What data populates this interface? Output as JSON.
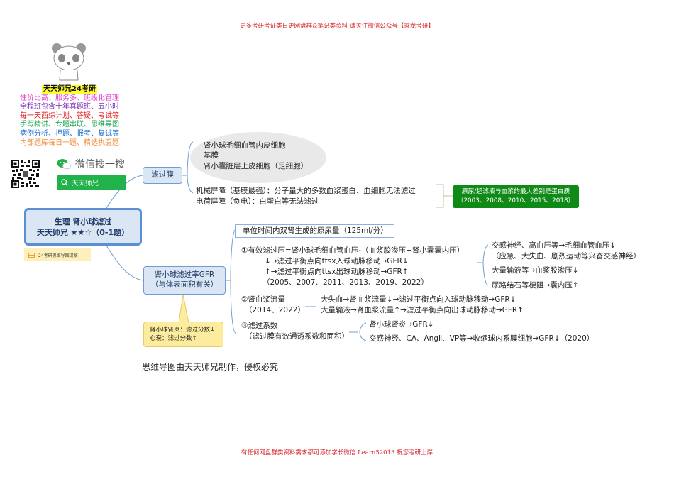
{
  "banners": {
    "top": "更多考研考证类日更网盘群&笔记类资料 请关注微信公众号【乘龙考研】",
    "bottom": "有任何网盘群类资料需求都可添加学长微信 Learn52013   祝您考研上岸"
  },
  "promo": {
    "title": "天天师兄24考研",
    "lines": [
      {
        "text": "性价比高、服务多、班级化管理",
        "color": "#e23ccf"
      },
      {
        "text": "全程班包含十年真题班、五小时",
        "color": "#7b2fb7"
      },
      {
        "text": "每一天西综计划、答疑、考试等",
        "color": "#e01a1a"
      },
      {
        "text": "手写精讲、专题串联、思维导图",
        "color": "#1aa34a"
      },
      {
        "text": "病例分析、押题、报考、复试等",
        "color": "#1c6fd1"
      },
      {
        "text": "内部题库每日一题、精选执医题",
        "color": "#f08a3a"
      }
    ],
    "mascot_icon": "panda-icon",
    "qr_icon": "qr-code-icon",
    "wechat_label": "微信搜一搜",
    "wechat_icon": "wechat-icon",
    "search_icon": "search-icon",
    "search_value": "天天师兄",
    "search_color": "#22b24c"
  },
  "root": {
    "line1": "生理 肾小球滤过",
    "line2": "天天师兄 ★★☆（0-1题）",
    "note": "24考研思维导图讲解",
    "note_icon": "note-icon"
  },
  "branches": {
    "filter_membrane": {
      "label": "滤过膜",
      "layers": [
        "肾小球毛细血管内皮细胞",
        "基膜",
        "肾小囊脏层上皮细胞（足细胞）"
      ],
      "barriers": [
        "机械屏障（基膜最强）：分子量大的多数血浆蛋白、血细胞无法滤过",
        "电荷屏障（负电）：白蛋白等无法滤过"
      ],
      "highlight": {
        "line1": "原尿/超滤液与血浆的最大差别是蛋白质",
        "line2": "（2003、2008、2010、2015、2018）",
        "color": "#108a17"
      }
    },
    "gfr": {
      "label_line1": "肾小球滤过率GFR",
      "label_line2": "（与体表面积有关）",
      "definition": "单位时间内双肾生成的原尿量（125ml/分）",
      "effective_pressure": {
        "lines": [
          "①有效滤过压=肾小球毛细血管血压-（血浆胶渗压+肾小囊囊内压）",
          "↓→滤过平衡点向ttsx入球动脉移动→GFR↓",
          "↑→滤过平衡点向ttsx出球动脉移动→GFR↑",
          "（2005、2007、2011、2013、2019、2022）"
        ],
        "details": [
          "交感神经、高血压等→毛细血管血压↓",
          "（应急、大失血、剧烈运动等兴奋交感神经）",
          "大量输液等→血浆胶渗压↓",
          "尿路结石等梗阻→囊内压↑"
        ]
      },
      "renal_plasma_flow": {
        "line1": "②肾血浆流量",
        "line2": "（2014、2022）",
        "details": [
          "大失血→肾血浆流量↓→滤过平衡点向入球动脉移动→GFR↓",
          "大量输液→肾血浆流量↑→滤过平衡点向出球动脉移动→GFR↑"
        ]
      },
      "filtration_coefficient": {
        "line1": "③滤过系数",
        "line2": "（滤过膜有效通透系数和面积）",
        "details": [
          "肾小球肾炎→GFR↓",
          "交感神经、CA、AngⅡ、VP等→收缩球内系膜细胞→GFR↓（2020）"
        ]
      },
      "callout": {
        "line1": "肾小球肾炎：滤过分数↓",
        "line2": "心衰：滤过分数↑"
      }
    }
  },
  "credit": "思维导图由天天师兄制作，侵权必究"
}
